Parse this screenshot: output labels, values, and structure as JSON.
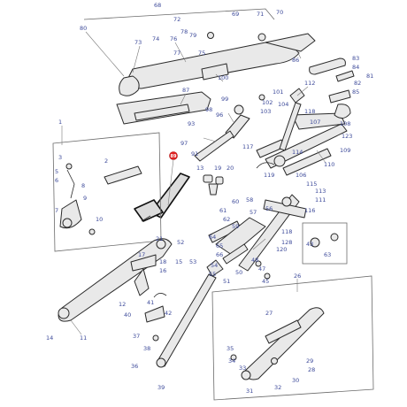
{
  "diagram": {
    "highlight_color": "#e02020",
    "callout_color": "#3d4a9a",
    "highlighted_callout": "89",
    "callouts": {
      "c68": "68",
      "c72": "72",
      "c69": "69",
      "c71": "71",
      "c70": "70",
      "c80": "80",
      "c73": "73",
      "c74": "74",
      "c76": "76",
      "c78": "78",
      "c79": "79",
      "c77": "77",
      "c75": "75",
      "c86": "86",
      "c83": "83",
      "c84": "84",
      "c85": "85",
      "c81": "81",
      "c82": "82",
      "c100": "100",
      "c87": "87",
      "c99": "99",
      "c98": "98",
      "c96": "96",
      "c101": "101",
      "c102": "102",
      "c103": "103",
      "c104": "104",
      "c112": "112",
      "c93": "93",
      "c97": "97",
      "c91": "91",
      "c118": "118",
      "c107": "107",
      "c108": "108",
      "c123": "123",
      "c109": "109",
      "c110": "110",
      "c114": "114",
      "c117": "117",
      "c119": "119",
      "c106": "106",
      "c115": "115",
      "c113": "113",
      "c111": "111",
      "c116": "116",
      "c118b": "118",
      "c1": "1",
      "c2": "2",
      "c3": "3",
      "c5": "5",
      "c6": "6",
      "c8": "8",
      "c9": "9",
      "c10": "10",
      "c7": "7",
      "c13": "13",
      "c19": "19",
      "c20": "20",
      "c60": "60",
      "c61": "61",
      "c62": "62",
      "c58": "58",
      "c57": "57",
      "c56": "56",
      "c59": "59",
      "c64": "64",
      "c65": "65",
      "c66": "66",
      "c43": "43",
      "c63": "63",
      "c128": "128",
      "c120": "120",
      "c52": "52",
      "c53": "53",
      "c54": "54",
      "c55": "55",
      "c50": "50",
      "c51": "51",
      "c48": "48",
      "c47": "47",
      "c45": "45",
      "c21": "21",
      "c17": "17",
      "c18": "18",
      "c16": "16",
      "c15": "15",
      "c12": "12",
      "c14": "14",
      "c11": "11",
      "c40": "40",
      "c42": "42",
      "c41": "41",
      "c37": "37",
      "c38": "38",
      "c36": "36",
      "c39": "39",
      "c26": "26",
      "c27": "27",
      "c35": "35",
      "c34": "34",
      "c33": "33",
      "c29": "29",
      "c28": "28",
      "c31": "31",
      "c32": "32",
      "c30": "30",
      "c89": "89"
    }
  }
}
